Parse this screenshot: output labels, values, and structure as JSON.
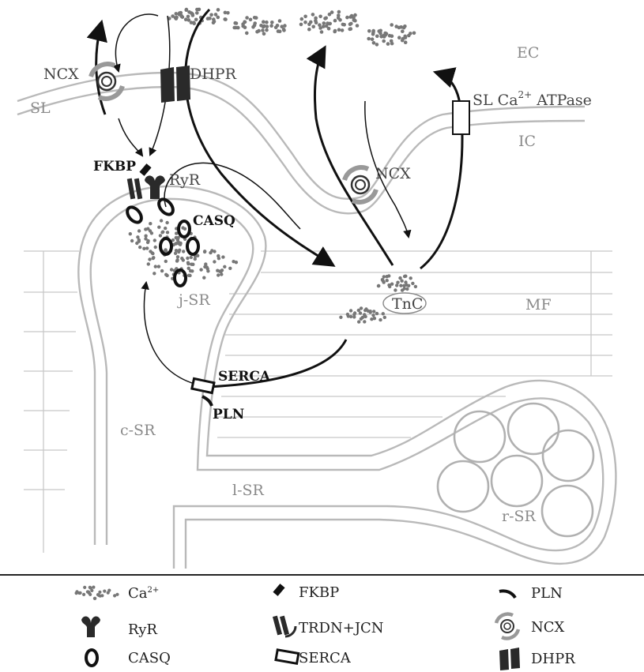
{
  "diagram": {
    "compartments": {
      "ec": "EC",
      "ic": "IC",
      "sl": "SL",
      "mf": "MF",
      "j_sr": "j-SR",
      "c_sr": "c-SR",
      "l_sr": "l-SR",
      "r_sr": "r-SR"
    },
    "proteins": {
      "ncx_top": "NCX",
      "dhpr": "DHPR",
      "sl_atpase_prefix": "SL Ca",
      "sl_atpase_sup": "2+",
      "sl_atpase_suffix": " ATPase",
      "ncx_right": "NCX",
      "fkbp": "FKBP",
      "ryr": "RyR",
      "casq": "CASQ",
      "tnc": "TnC",
      "serca": "SERCA",
      "pln": "PLN"
    }
  },
  "legend": {
    "items": [
      {
        "key": "ca",
        "label_base": "Ca",
        "label_sup": "2+"
      },
      {
        "key": "ryr",
        "label": "RyR"
      },
      {
        "key": "casq",
        "label": "CASQ"
      },
      {
        "key": "fkbp",
        "label": "FKBP"
      },
      {
        "key": "trdn",
        "label": "TRDN+JCN"
      },
      {
        "key": "serca",
        "label": "SERCA"
      },
      {
        "key": "pln",
        "label": "PLN"
      },
      {
        "key": "ncx",
        "label": "NCX"
      },
      {
        "key": "dhpr",
        "label": "DHPR"
      }
    ]
  },
  "colors": {
    "membrane": "#b9b9b9",
    "dots": "#777777",
    "ink": "#111111",
    "label_gray": "#8a8a8a"
  }
}
